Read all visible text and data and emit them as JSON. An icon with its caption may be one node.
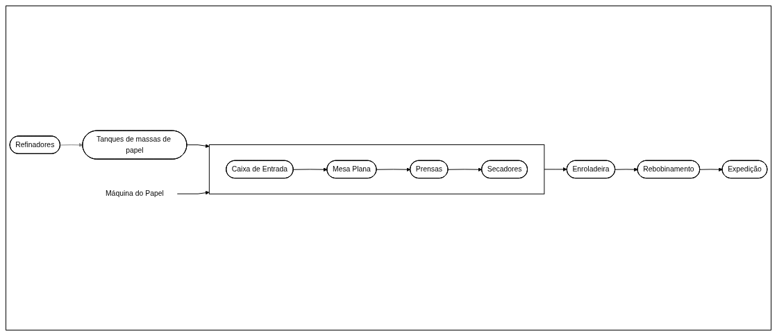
{
  "diagram": {
    "nodes": [
      {
        "text": [
          "Refinadores"
        ]
      },
      {
        "text": [
          "Tanques de massas de papel"
        ]
      },
      {
        "text": [
          "Máquina do Papel"
        ]
      },
      {
        "text": [],
        "shape": "box"
      },
      {
        "text": [
          "Caixa de Entrada"
        ],
        "in": 3
      },
      {
        "text": [
          "Mesa Plana"
        ],
        "in": 3
      },
      {
        "text": [
          "Prensas"
        ],
        "in": 3
      },
      {
        "text": [
          "Secadores"
        ],
        "in": 3
      },
      {
        "text": [
          "Enroladeira"
        ]
      },
      {
        "text": [
          "Rebobinamento"
        ]
      },
      {
        "text": [
          "Expedição"
        ]
      }
    ],
    "edges": [
      {
        "from": 0,
        "to": 1,
        "arrow": "to",
        "color": "#808080"
      },
      {
        "from": 1,
        "to": 3,
        "arrow": "to"
      },
      {
        "from": 2,
        "to": 3,
        "arrow": "to"
      },
      {
        "from": 4,
        "to": 5,
        "arrow": "to"
      },
      {
        "from": 5,
        "to": 6,
        "arrow": "to"
      },
      {
        "from": 6,
        "to": 7,
        "arrow": "to"
      },
      {
        "from": 3,
        "to": 8,
        "arrow": "to"
      },
      {
        "from": 8,
        "to": 9,
        "arrow": "to"
      },
      {
        "from": 9,
        "to": 10,
        "arrow": "to"
      }
    ]
  }
}
